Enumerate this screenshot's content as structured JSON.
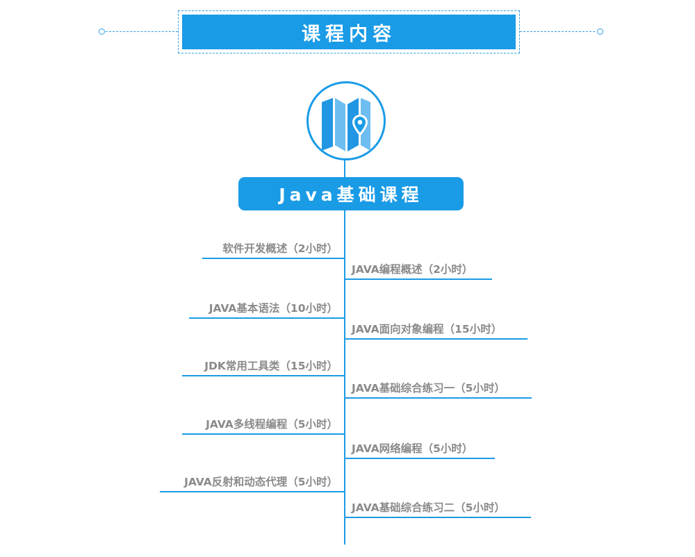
{
  "header": {
    "title": "课程内容"
  },
  "main": {
    "title": "Java基础课程"
  },
  "colors": {
    "accent": "#1a9be6",
    "topic_text": "#8a8a8a"
  },
  "logo": {
    "icon": "map-location-icon"
  },
  "topics": [
    {
      "label": "软件开发概述（2小时）",
      "side": "left"
    },
    {
      "label": "JAVA编程概述（2小时）",
      "side": "right"
    },
    {
      "label": "JAVA基本语法（10小时）",
      "side": "left"
    },
    {
      "label": "JAVA面向对象编程（15小时）",
      "side": "right"
    },
    {
      "label": "JDK常用工具类（15小时）",
      "side": "left"
    },
    {
      "label": "JAVA基础综合练习一（5小时）",
      "side": "right"
    },
    {
      "label": "JAVA多线程编程（5小时）",
      "side": "left"
    },
    {
      "label": "JAVA网络编程（5小时）",
      "side": "right"
    },
    {
      "label": "JAVA反射和动态代理（5小时）",
      "side": "left"
    },
    {
      "label": "JAVA基础综合练习二（5小时）",
      "side": "right"
    }
  ]
}
